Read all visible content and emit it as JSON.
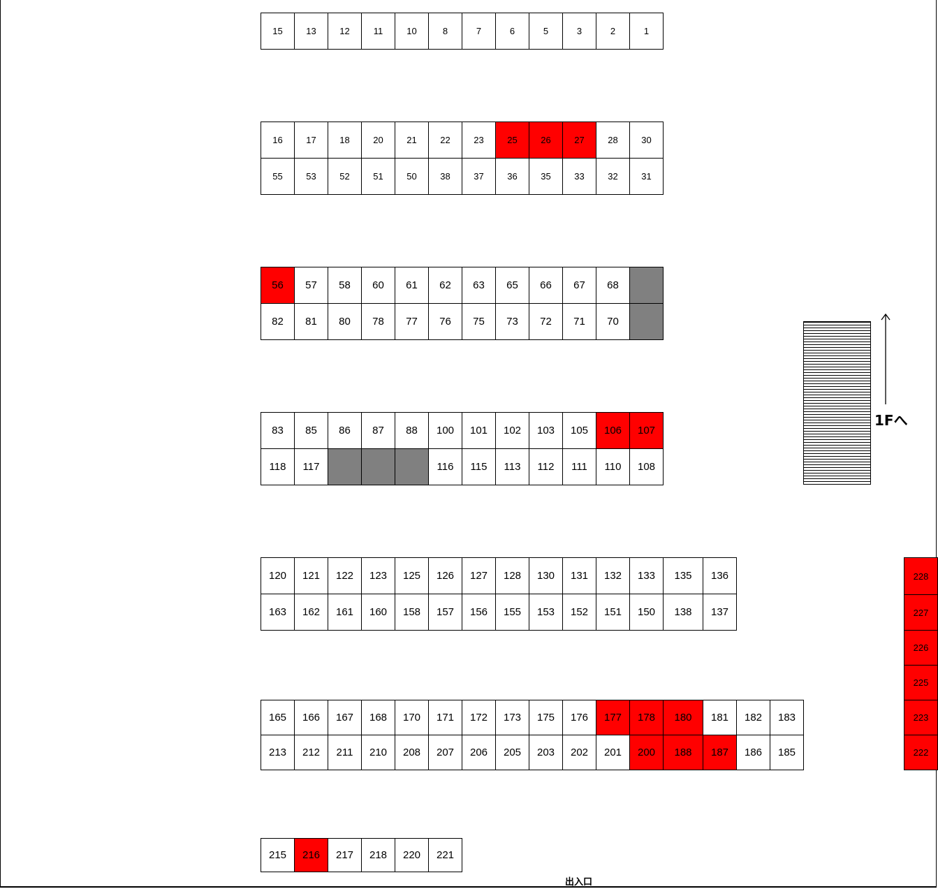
{
  "colors": {
    "occupied": "#ff0000",
    "blocked": "#808080",
    "free": "#ffffff"
  },
  "stairs": {
    "link_label": "1Fへ",
    "icon": "up-arrow-icon"
  },
  "entrance_label": "出入口",
  "blocks": [
    {
      "rows": [
        [
          "15",
          "13",
          "12",
          "11",
          "10",
          "8",
          "7",
          "6",
          "5",
          "3",
          "2",
          "1"
        ]
      ]
    },
    {
      "rows": [
        [
          "16",
          "17",
          "18",
          "20",
          "21",
          "22",
          "23",
          "25",
          "26",
          "27",
          "28",
          "30"
        ],
        [
          "55",
          "53",
          "52",
          "51",
          "50",
          "38",
          "37",
          "36",
          "35",
          "33",
          "32",
          "31"
        ]
      ]
    },
    {
      "rows": [
        [
          "56",
          "57",
          "58",
          "60",
          "61",
          "62",
          "63",
          "65",
          "66",
          "67",
          "68",
          ""
        ],
        [
          "82",
          "81",
          "80",
          "78",
          "77",
          "76",
          "75",
          "73",
          "72",
          "71",
          "70",
          ""
        ]
      ]
    },
    {
      "rows": [
        [
          "83",
          "85",
          "86",
          "87",
          "88",
          "100",
          "101",
          "102",
          "103",
          "105",
          "106",
          "107"
        ],
        [
          "118",
          "117",
          "",
          "",
          "",
          "116",
          "115",
          "113",
          "112",
          "111",
          "110",
          "108"
        ]
      ]
    },
    {
      "rows": [
        [
          "120",
          "121",
          "122",
          "123",
          "125",
          "126",
          "127",
          "128",
          "130",
          "131",
          "132",
          "133",
          "135",
          "136"
        ],
        [
          "163",
          "162",
          "161",
          "160",
          "158",
          "157",
          "156",
          "155",
          "153",
          "152",
          "151",
          "150",
          "138",
          "137"
        ]
      ]
    },
    {
      "rows": [
        [
          "165",
          "166",
          "167",
          "168",
          "170",
          "171",
          "172",
          "173",
          "175",
          "176",
          "177",
          "178",
          "180",
          "181",
          "182",
          "183"
        ],
        [
          "213",
          "212",
          "211",
          "210",
          "208",
          "207",
          "206",
          "205",
          "203",
          "202",
          "201",
          "200",
          "188",
          "187",
          "186",
          "185"
        ]
      ]
    },
    {
      "rows": [
        [
          "215",
          "216",
          "217",
          "218",
          "220",
          "221"
        ]
      ]
    },
    {
      "rows": [
        [
          "228"
        ],
        [
          "227"
        ],
        [
          "226"
        ],
        [
          "225"
        ],
        [
          "223"
        ],
        [
          "222"
        ]
      ]
    }
  ],
  "occupied": [
    "25",
    "26",
    "27",
    "56",
    "106",
    "107",
    "177",
    "178",
    "180",
    "200",
    "188",
    "187",
    "216",
    "228",
    "227",
    "226",
    "225",
    "223",
    "222"
  ]
}
